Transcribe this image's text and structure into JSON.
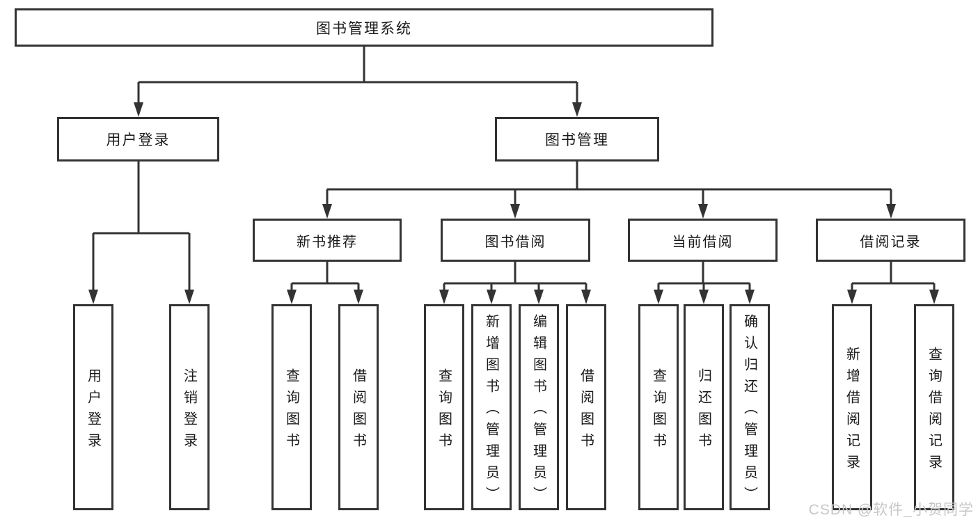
{
  "diagram": {
    "title": "图书管理系统",
    "user_branch": {
      "label": "用户登录",
      "children": [
        {
          "label": "用户登录"
        },
        {
          "label": "注销登录"
        }
      ]
    },
    "book_branch": {
      "label": "图书管理",
      "sections": [
        {
          "label": "新书推荐",
          "children": [
            {
              "label": "查询图书"
            },
            {
              "label": "借阅图书"
            }
          ]
        },
        {
          "label": "图书借阅",
          "children": [
            {
              "label": "查询图书"
            },
            {
              "label": "新增图书（管理员）"
            },
            {
              "label": "编辑图书（管理员）"
            },
            {
              "label": "借阅图书"
            }
          ]
        },
        {
          "label": "当前借阅",
          "children": [
            {
              "label": "查询图书"
            },
            {
              "label": "归还图书"
            },
            {
              "label": "确认归还（管理员）"
            }
          ]
        },
        {
          "label": "借阅记录",
          "children": [
            {
              "label": "新增借阅记录"
            },
            {
              "label": "查询借阅记录"
            }
          ]
        }
      ]
    },
    "line_color": "#333333",
    "watermark": "CSDN @软件_小贺同学"
  }
}
